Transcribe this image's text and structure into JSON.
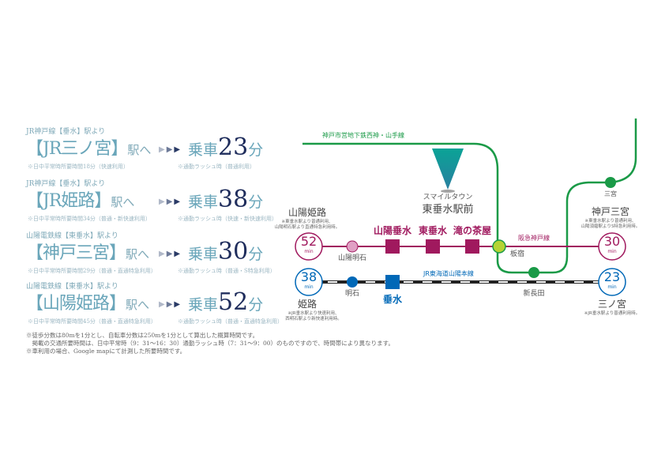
{
  "routes": [
    {
      "from": "JR神戸線【垂水】駅より",
      "dest": "【JR三ノ宮】",
      "suffix": "駅へ",
      "note_day": "※日中平常時所要時間18分（快速利用）",
      "ride": "乗車",
      "minutes": "23",
      "unit": "分",
      "note_rush": "※通勤ラッシュ時（普通利用）"
    },
    {
      "from": "JR神戸線【垂水】駅より",
      "dest": "【JR姫路】",
      "suffix": "駅へ",
      "note_day": "※日中平常時所要時間34分（普通・新快速利用）",
      "ride": "乗車",
      "minutes": "38",
      "unit": "分",
      "note_rush": "※通勤ラッシュ時（快速・新快速利用）"
    },
    {
      "from": "山陽電鉄線【東垂水】駅より",
      "dest": "【神戸三宮】",
      "suffix": "駅へ",
      "note_day": "※日中平常時所要時間29分（普通・直通特急利用）",
      "ride": "乗車",
      "minutes": "30",
      "unit": "分",
      "note_rush": "※通勤ラッシュ時（普通・S特急利用）"
    },
    {
      "from": "山陽電鉄線【東垂水】駅より",
      "dest": "【山陽姫路】",
      "suffix": "駅へ",
      "note_day": "※日中平常時所要時間45分（普通・直通特急利用）",
      "ride": "乗車",
      "minutes": "52",
      "unit": "分",
      "note_rush": "※通勤ラッシュ時（普通・直通特急利用）"
    }
  ],
  "arrow_glyph": "▶",
  "footnotes": [
    "※徒歩分数は80mを1分とし、自転車分数は250mを1分として算出した概算時間です。",
    "　掲載の交通所要時間は、日中平常時（9：31～16：30）通勤ラッシュ時（7：31～9：00）のものですので、時間帯により異なります。",
    "※車利用の場合、Google mapにて計測した所要時間です。"
  ],
  "map": {
    "subway_line": "神戸市営地下鉄西神・山手線",
    "hankyu_line": "阪急神戸線",
    "jr_line": "JR東海道山陽本線",
    "site_sub": "スマイルタウン",
    "site_name": "東垂水駅前",
    "sanyo_stations": [
      "山陽垂水",
      "東垂水",
      "滝の茶屋"
    ],
    "sanyo_akashi": "山陽明石",
    "itayado": "板宿",
    "shin_nagata": "新長田",
    "sannomiya_subway": "三宮",
    "akashi": "明石",
    "tarumi": "垂水",
    "min_label": "min",
    "dest_sanyo_himeji": {
      "name": "山陽姫路",
      "minutes": "52",
      "note1": "※東垂水駅より普通利用、",
      "note2": "山陽明石駅より直通特急利用時。"
    },
    "dest_kobe_sannomiya": {
      "name": "神戸三宮",
      "minutes": "30",
      "note1": "※東垂水駅より普通利用、",
      "note2": "山陽須磨駅よりS特急利用時。"
    },
    "dest_himeji": {
      "name": "姫路",
      "minutes": "38",
      "note1": "※JR垂水駅より快速利用、",
      "note2": "西明石駅より新快速利用時。"
    },
    "dest_sannomiya": {
      "name": "三ノ宮",
      "minutes": "23",
      "note1": "※JR垂水駅より普通利用時。"
    },
    "colors": {
      "subway": "#1a9a47",
      "sanyo": "#a0195e",
      "jr": "#0068b7",
      "itayado": "#b5d334",
      "akashi_sanyo": "#e0a0c4",
      "pin": "#1a9e9a"
    }
  }
}
